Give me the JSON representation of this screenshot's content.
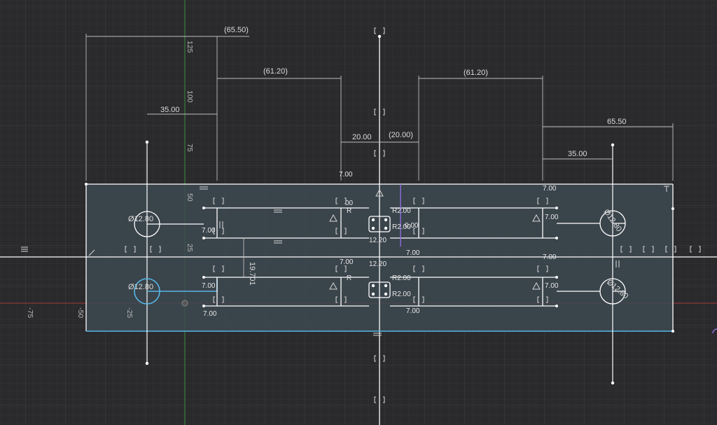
{
  "sketch": {
    "dimensions": {
      "top_ref_left": "(65.50)",
      "ref_left_slot": "(61.20)",
      "ref_right_slot": "(61.20)",
      "hole_left": "35.00",
      "hole_right": "35.00",
      "center_left": "20.00",
      "center_right_ref": "(20.00)",
      "overall_right": "65.50",
      "slot_width": "7.00",
      "center_gap": "12.20",
      "vert_offset": "19.701",
      "radius": "R2.00",
      "diameter": "Ø12.80",
      "diameter_alt": "Ø12.80",
      "diameter_right_top": "Ø12.80",
      "diameter_right_bottom": "Ø12.80",
      "frag_a": "12",
      "frag_b": "20",
      "frag_c": "R",
      "frag_d": "00",
      "frag_e": "0.00"
    },
    "axis": {
      "y_ticks": [
        "125",
        "100",
        "75",
        "50",
        "25"
      ],
      "x_ticks": [
        "-75",
        "-50",
        "-25"
      ]
    },
    "colors": {
      "background": "#2a2a2c",
      "grid_minor": "#333336",
      "grid_major": "#3c3c40",
      "sketch_line": "#ffffff",
      "profile_fill": "#3e4a52",
      "selected": "#57b6e6",
      "axis_x": "#b23a3a",
      "axis_y": "#3c9a3c",
      "constraint_purple": "#8a6bd6"
    },
    "icons": [
      "coincident-constraint-icon",
      "horizontal-constraint-icon",
      "fix-constraint-icon",
      "tangent-constraint-icon",
      "equal-constraint-icon",
      "origin-icon"
    ]
  }
}
